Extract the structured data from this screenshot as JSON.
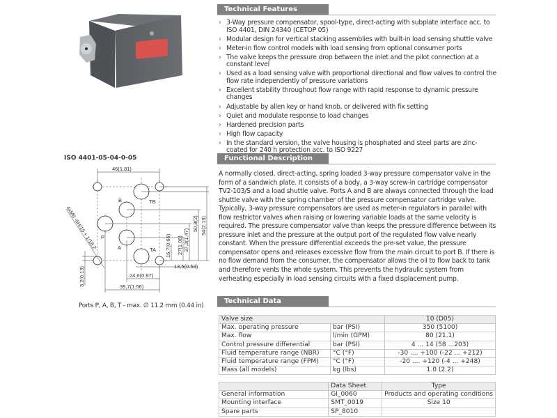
{
  "sections": {
    "features": "Technical Features",
    "functional": "Functional Description",
    "data": "Technical Data"
  },
  "features": [
    "3-Way pressure compensator, spool-type, direct-acting with subplate interface acc. to ISO 4401, DIN 24340 (CETOP 05)",
    "Modular design for vertical stacking assemblies with built-in load sensing shuttle valve",
    "Meter-in flow control models with load sensing from optional consumer ports",
    "The valve keeps the pressure drop between the inlet and the pilot connection at a constant level",
    "Used as a load sensing valve with proportional directional and flow valves to control the flow rate independently of pressure variations",
    "Excellent stability throughout flow range with rapid response to dynamic pressure changes",
    "Adjustable by allen key or hand knob, or delivered with fix setting",
    "Quiet and modulate response to load changes",
    "Hardened precision parts",
    "High flow capacity",
    "In the standard version, the valve housing is phosphated and steel parts are zinc-coated for 240 h protection acc. to ISO 9227"
  ],
  "description": [
    "A normally closed, direct-acting, spring loaded 3-way pressure compensator valve in the form of a sandwich plate. It consists of a body, a 3-way screw-in cartridge compensator TV2-103/S and a load shuttle valve. Ports A and B are always connected through the load shuttle valve with the spring chamber of the pressure compensator cartridge valve.",
    "Typically, 3-way pressure compensators are used as meter-in regulators in parallel with flow restrictor valves when raising or lowering variable loads at the same velocity is required. The pressure compensator valve than keeps the pressure difference between its pressure inlet and the pressure at the output port of the regulated flow valve nearly constant. When the pressure differential exceeds the pre-set value, the pressure compensator opens and releases excessive flow from the main circuit to port B. If there is no flow demand from the consumer, the compensator allows the oil to flow back to tank and therefore vents the whole system. This prevents the hydraulic system from verheating especially in load sensing circuits with a fixed displacement pump."
  ],
  "tech_table": {
    "header": {
      "label": "Valve size",
      "value": "10 (D05)"
    },
    "rows": [
      {
        "label": "Max. operating pressure",
        "unit": "bar (PSI)",
        "value": "350 (5100)"
      },
      {
        "label": "Max. flow",
        "unit": "l/min (GPM)",
        "value": "80 (21.1)"
      },
      {
        "label": "Control pressure differential",
        "unit": "bar (PSI)",
        "value": "4 ... 14 (58 ...203)"
      },
      {
        "label": "Fluid temperature range (NBR)",
        "unit": "°C (°F)",
        "value": "-30 .... +100 (-22 ... +212)"
      },
      {
        "label": "Fluid temperature range (FPM)",
        "unit": "°C (°F)",
        "value": "-20 .... +120 (-4 ... +248)"
      },
      {
        "label": "Mass (all models)",
        "unit": "kg (lbs)",
        "value": "1.0 (2.2)"
      }
    ]
  },
  "docs_table": {
    "headers": [
      "",
      "Data Sheet",
      "Type"
    ],
    "rows": [
      {
        "label": "General information",
        "sheet": "GI_0060",
        "type": "Products and operating conditions"
      },
      {
        "label": "Mounting interface",
        "sheet": "SMT_0019",
        "type": "Size 10"
      },
      {
        "label": "Spare parts",
        "sheet": "SP_8010",
        "type": ""
      }
    ]
  },
  "diagram": {
    "title": "ISO 4401-05-04-0-05",
    "ports_note": "Ports P, A, B, T - max. ∅ 11.2 mm (0.44 in)",
    "labels": {
      "B": "B",
      "TB": "TB",
      "P": "P",
      "A": "A",
      "TA": "TA"
    },
    "dims": {
      "d46": "46(1.81)",
      "d54": "54(2.13)",
      "d508": "50,8(2)",
      "d373": "37,3(1.47)",
      "d27": "27(1.06)",
      "d167": "16,7(0.66)",
      "d135": "13,5(0.53)",
      "d246": "24,6(0.97)",
      "d397": "39,7(1.56)",
      "d32": "3,2(0.13)",
      "thread": "4xM6 -6H/15 + 1/18.2"
    }
  },
  "colors": {
    "header_bg": "#808080",
    "body_red": "#d9534f"
  }
}
